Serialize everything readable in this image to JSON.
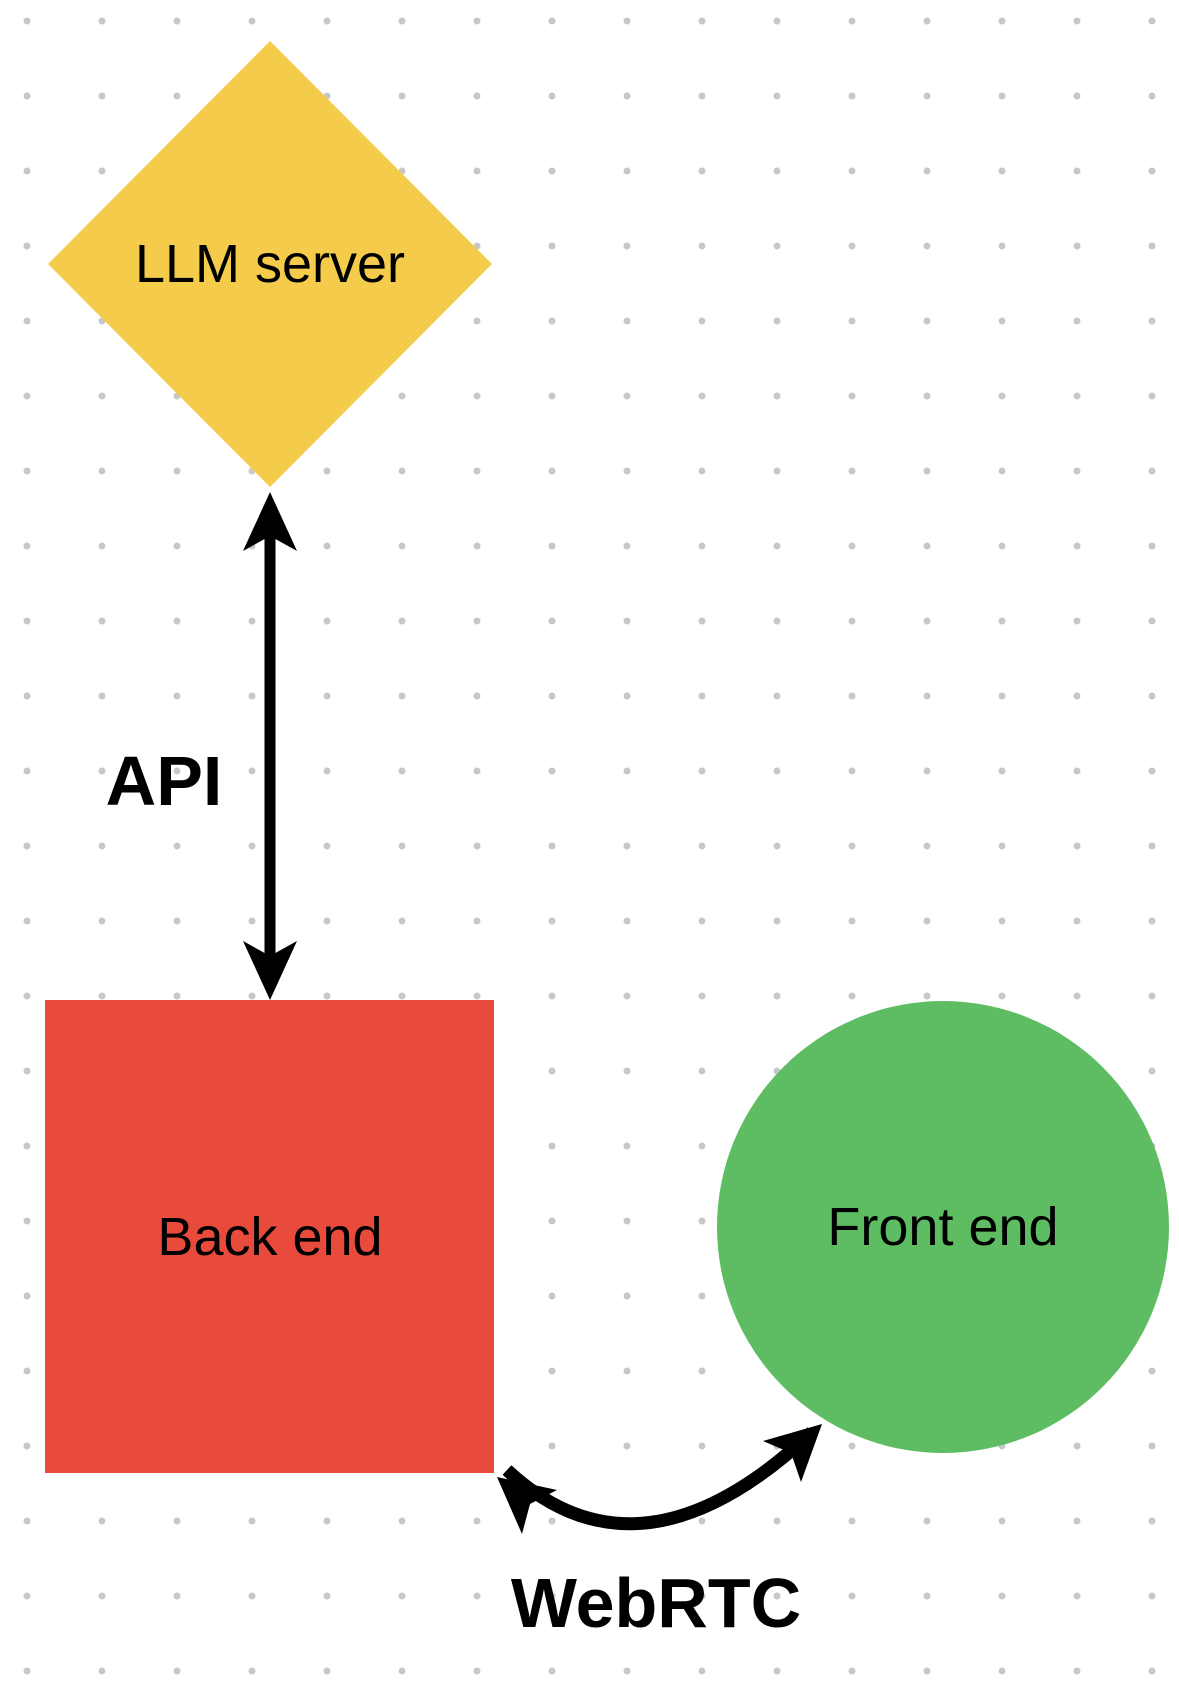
{
  "canvas": {
    "background_color": "#ffffff",
    "grid_dot_color": "#c8c8c8"
  },
  "nodes": {
    "llm_server": {
      "label": "LLM server",
      "shape": "diamond",
      "fill": "#f5cb4b"
    },
    "back_end": {
      "label": "Back end",
      "shape": "square",
      "fill": "#e84b3c"
    },
    "front_end": {
      "label": "Front end",
      "shape": "circle",
      "fill": "#5ebd62"
    }
  },
  "edges": {
    "api": {
      "label": "API",
      "style": "straight-double-arrow",
      "color": "#000000"
    },
    "webrtc": {
      "label": "WebRTC",
      "style": "curved-double-arrow",
      "color": "#000000"
    }
  },
  "label_color": "#000000"
}
